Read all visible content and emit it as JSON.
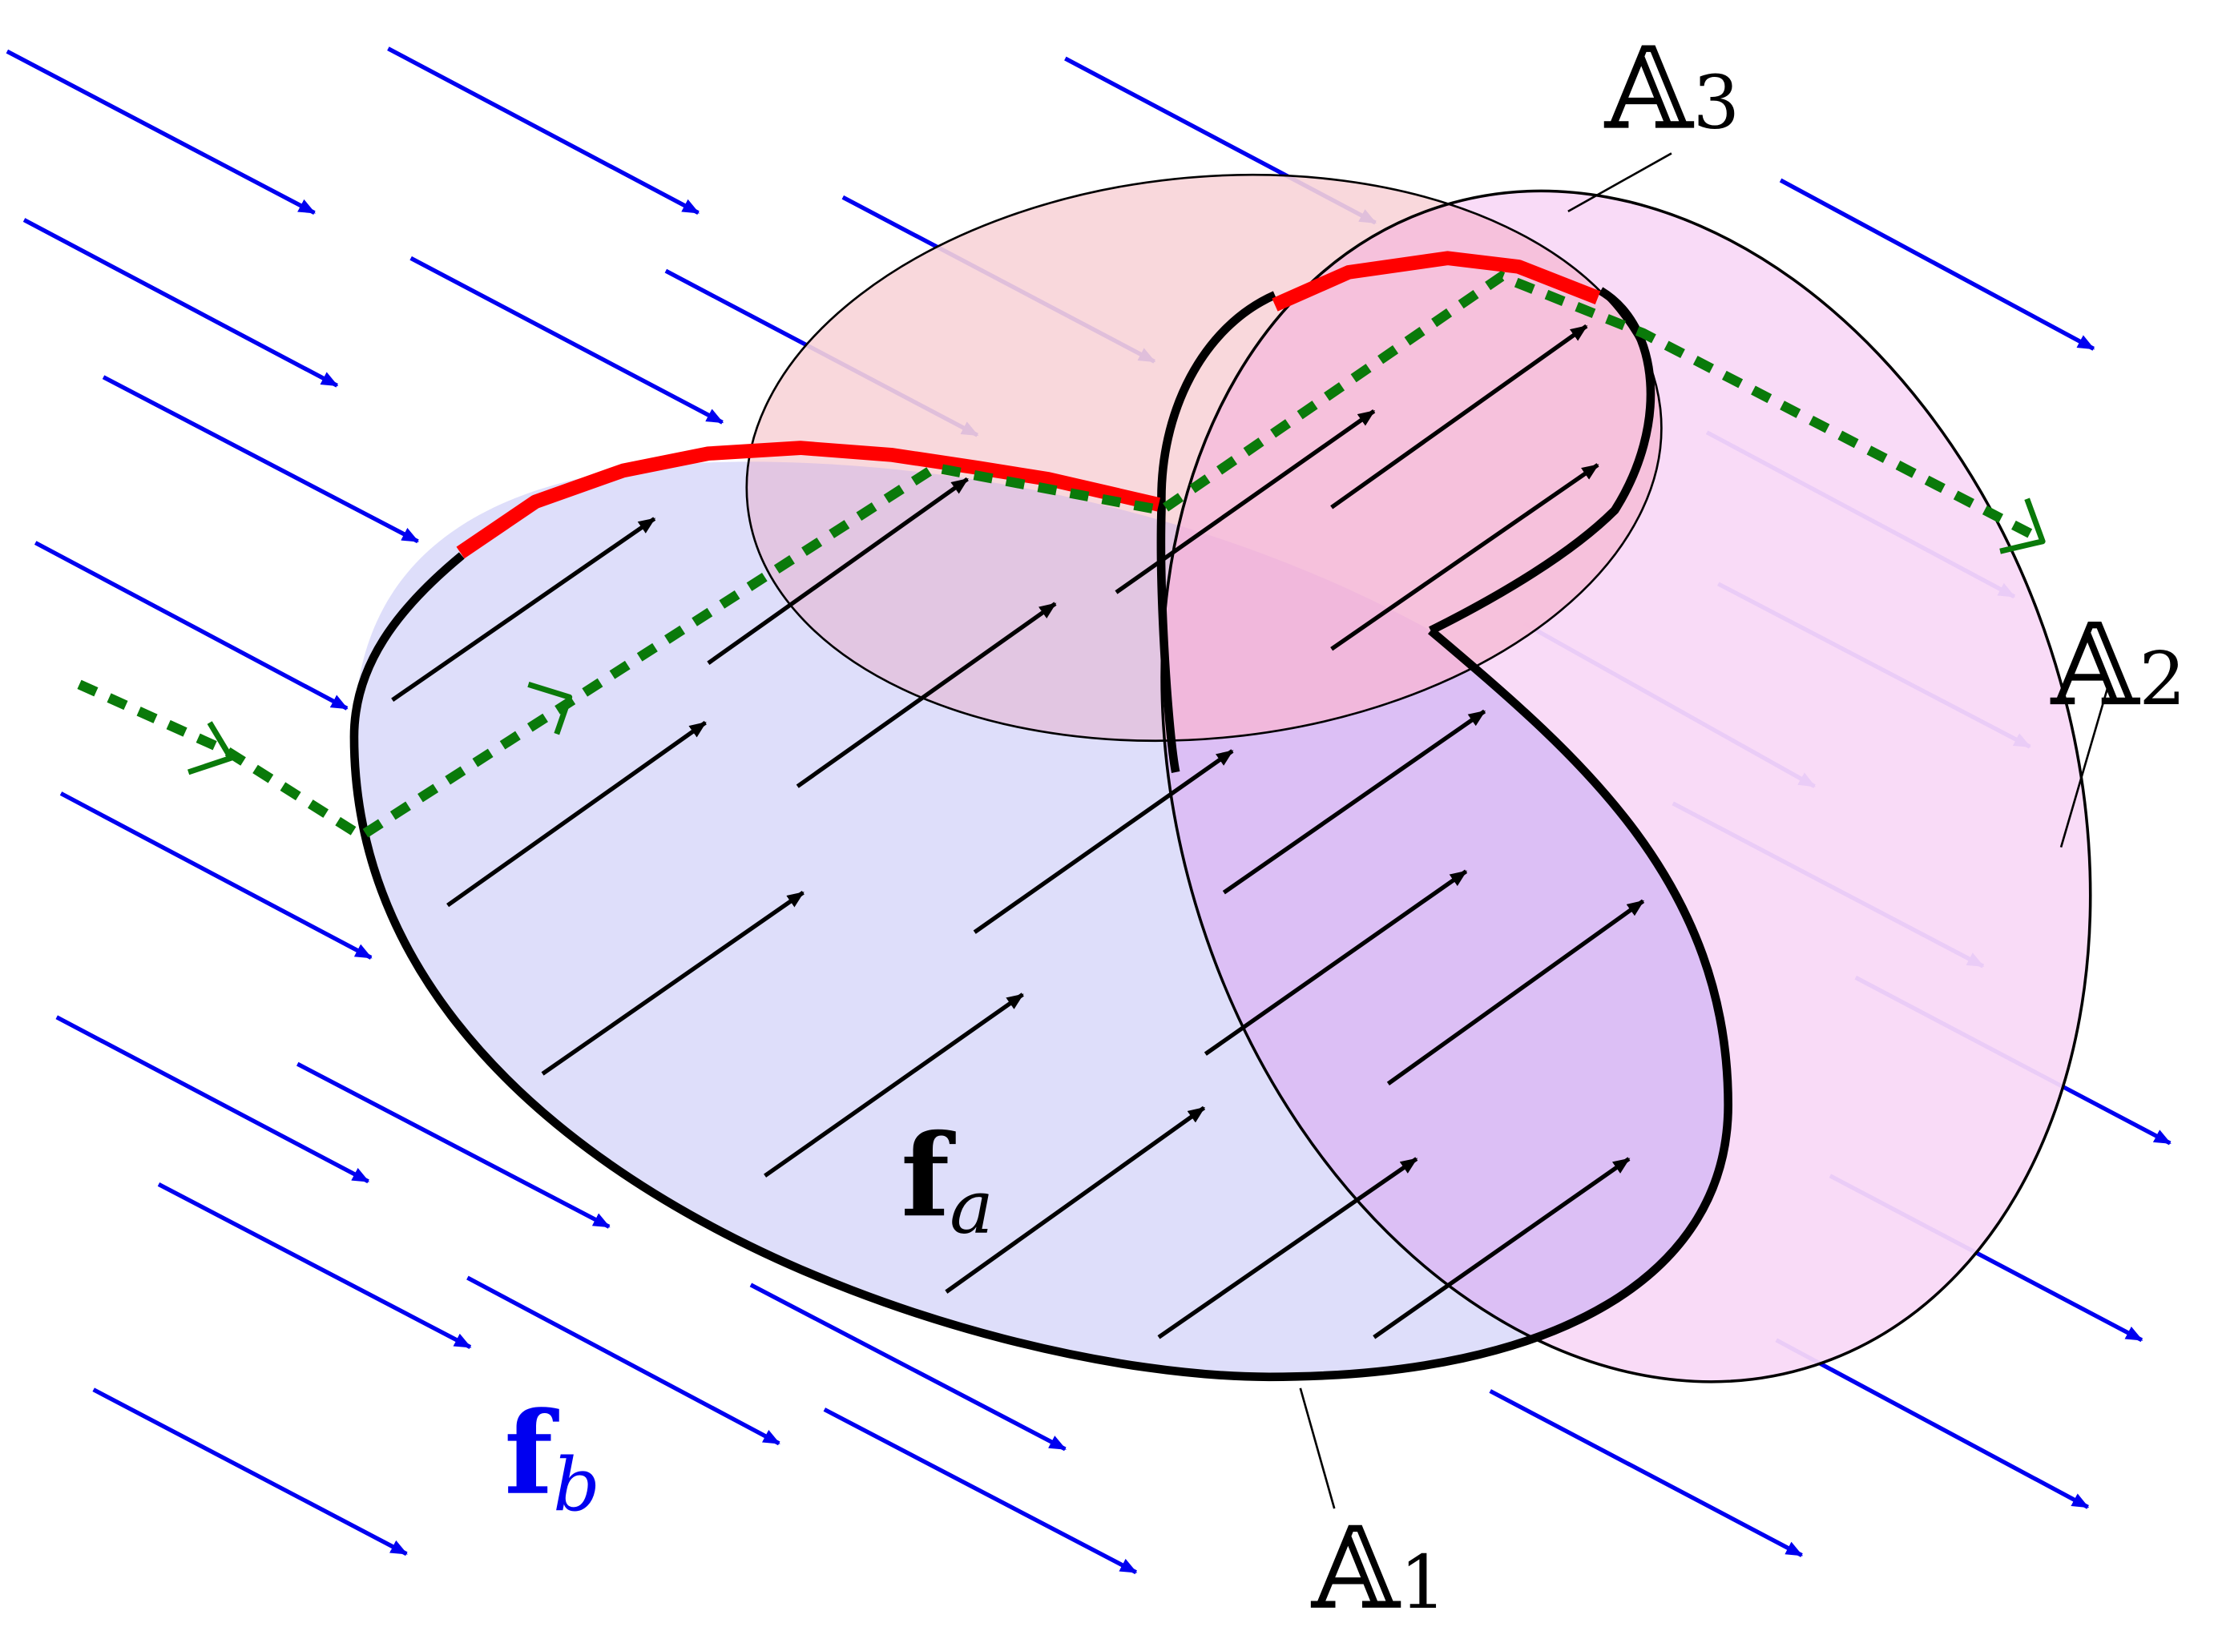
{
  "labels": {
    "A1": {
      "base": "𝔸",
      "sub": "1"
    },
    "A2": {
      "base": "𝔸",
      "sub": "2"
    },
    "A3": {
      "base": "𝔸",
      "sub": "3"
    },
    "fa": {
      "base": "f",
      "sub": "a"
    },
    "fb": {
      "base": "f",
      "sub": "b"
    }
  },
  "colors": {
    "region_A1_fill": "#dcdcfa",
    "region_A2_fill": "#f9d9f7",
    "region_A3_fill": "#f8d4d8",
    "overlap_A1_A2": "#dcbff5",
    "overlap_A1_A3": "#e2c6e2",
    "overlap_A2_A3": "#f5bbdc",
    "overlap_all": "#dfa9dc",
    "field_fb": "#0000f0",
    "field_fa": "#000000",
    "boundary_highlight": "#ff0000",
    "path": "#0a7a0a"
  },
  "icons": {
    "field_fb_arrow": "blue-arrow-icon",
    "field_fa_arrow": "black-arrow-icon",
    "path_arrow": "green-chevron-icon"
  }
}
